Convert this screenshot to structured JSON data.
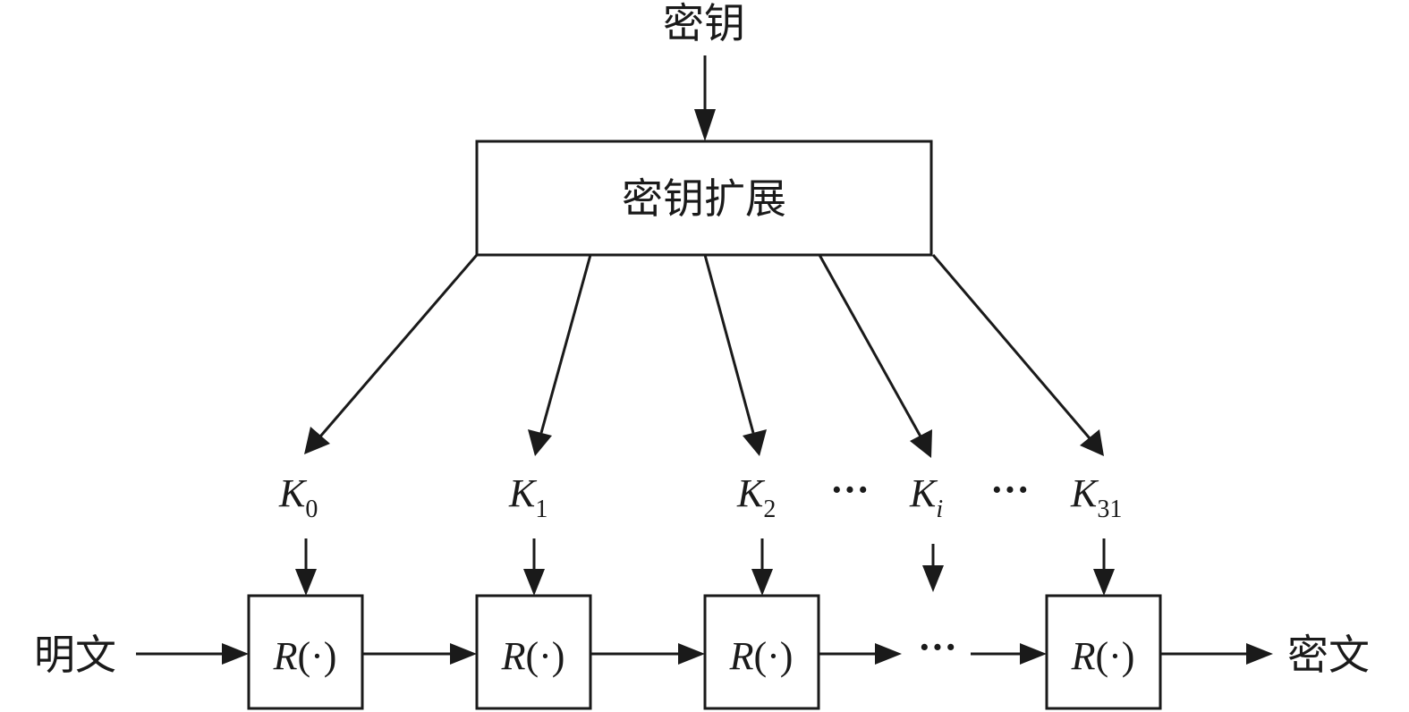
{
  "diagram": {
    "key_label": "密钥",
    "key_expansion_label": "密钥扩展",
    "plaintext_label": "明文",
    "ciphertext_label": "密文",
    "round_function_label": "R",
    "round_function_arg": "(·)",
    "ellipsis": "···",
    "round_keys": [
      {
        "base": "K",
        "sub": "0"
      },
      {
        "base": "K",
        "sub": "1"
      },
      {
        "base": "K",
        "sub": "2"
      },
      {
        "base": "K",
        "sub": "i",
        "sub_italic": true
      },
      {
        "base": "K",
        "sub": "31"
      }
    ],
    "round_key_gaps": [
      "···",
      "···"
    ],
    "round_box_count": 4,
    "rounds_total": 32,
    "colors": {
      "stroke": "#1a1a1a",
      "background": "#ffffff"
    }
  }
}
